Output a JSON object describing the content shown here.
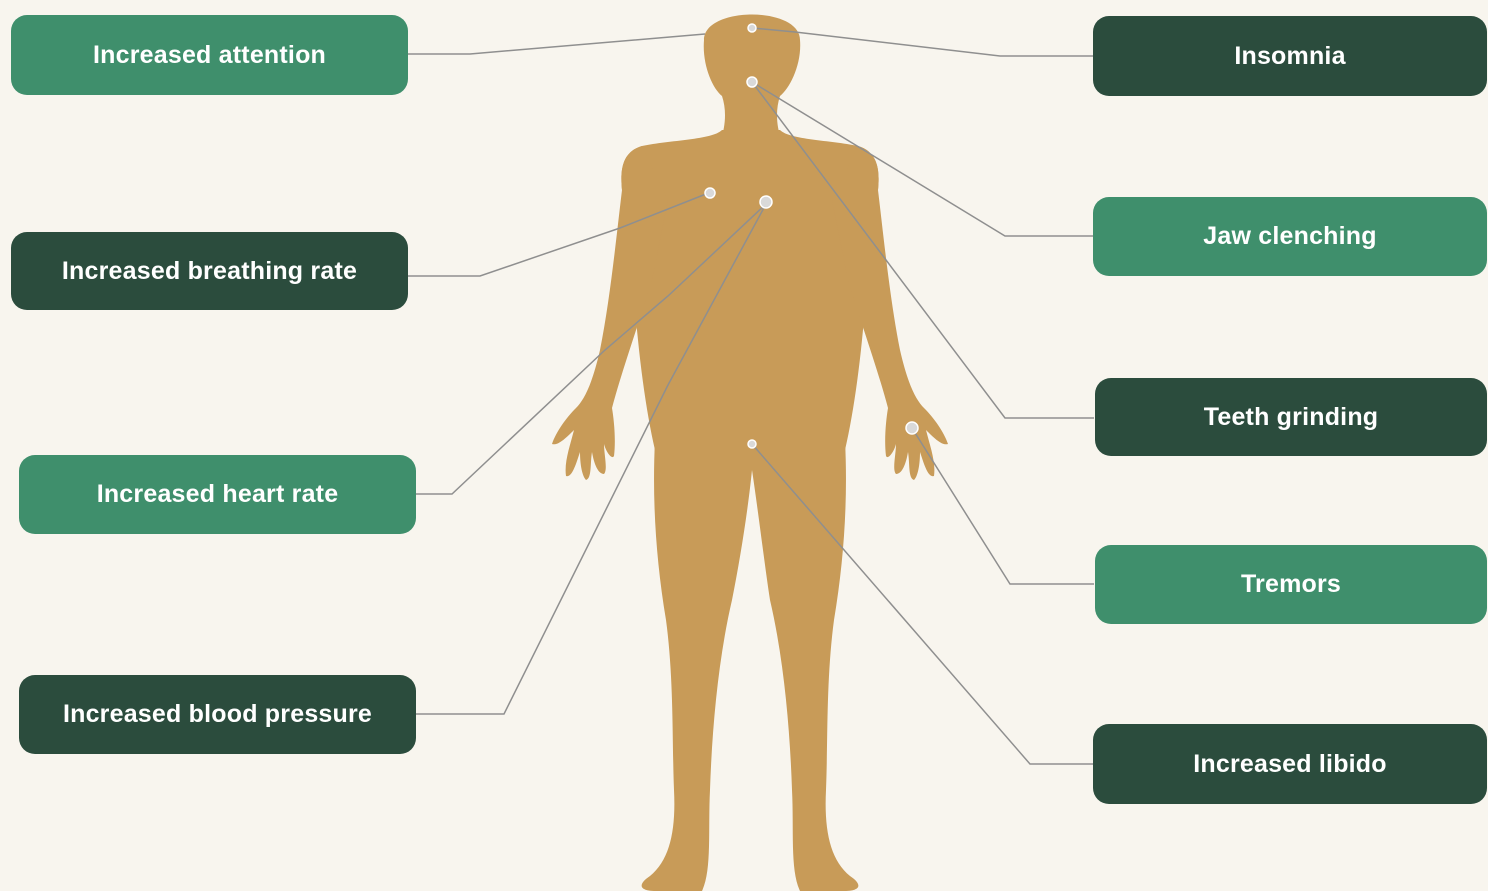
{
  "colors": {
    "background": "#f8f5ee",
    "body": "#c89b58",
    "label_light": "#3f8f6c",
    "label_dark": "#2b4c3d",
    "connector": "#8f8f8f",
    "marker": "#d9d9d9"
  },
  "labels": {
    "left": [
      {
        "text": "Increased attention",
        "style": "light"
      },
      {
        "text": "Increased breathing rate",
        "style": "dark"
      },
      {
        "text": "Increased heart rate",
        "style": "light"
      },
      {
        "text": "Increased blood pressure",
        "style": "dark"
      }
    ],
    "right": [
      {
        "text": "Insomnia",
        "style": "dark"
      },
      {
        "text": "Jaw clenching",
        "style": "light"
      },
      {
        "text": "Teeth grinding",
        "style": "dark"
      },
      {
        "text": "Tremors",
        "style": "light"
      },
      {
        "text": "Increased libido",
        "style": "dark"
      }
    ]
  }
}
